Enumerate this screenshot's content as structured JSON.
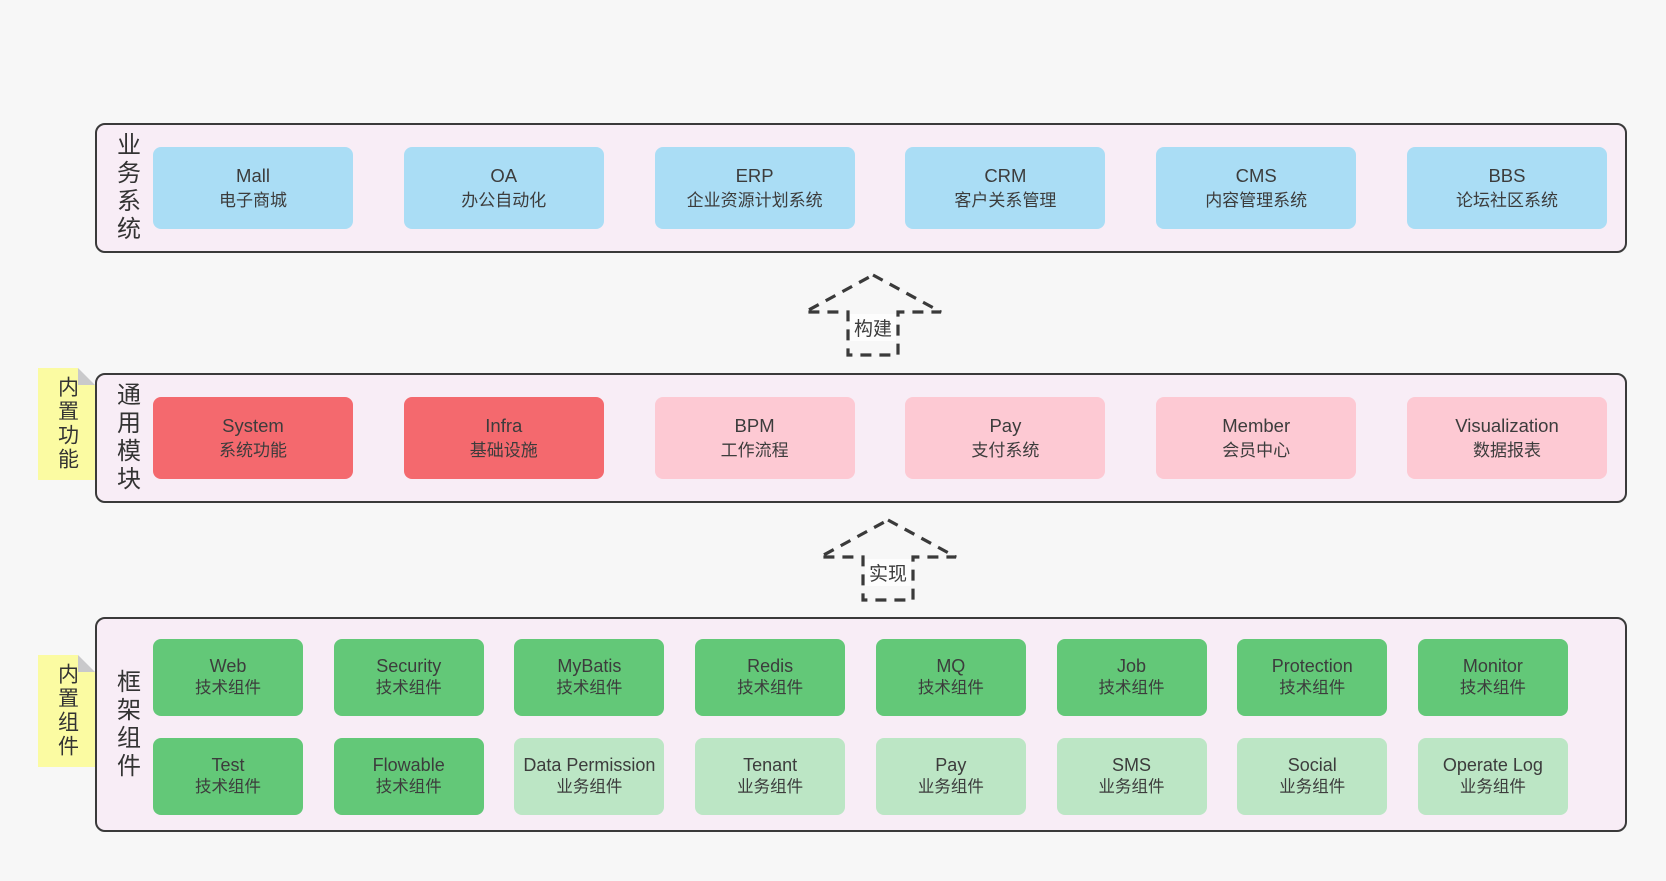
{
  "colors": {
    "page_bg": "#f7f7f7",
    "panel_bg": "#f8edf6",
    "panel_border": "#3a3a3a",
    "box_blue": "#aaddf5",
    "box_red": "#f4696e",
    "box_pink": "#fdc9d3",
    "box_green": "#63c878",
    "box_green_light": "#bce6c5",
    "note_yellow": "#fbfba2",
    "note_fold_gray": "#c9c9cb",
    "text": "#3a3a3a"
  },
  "layers": {
    "business": {
      "label": "业务系统",
      "boxes": [
        {
          "title": "Mall",
          "subtitle": "电子商城"
        },
        {
          "title": "OA",
          "subtitle": "办公自动化"
        },
        {
          "title": "ERP",
          "subtitle": "企业资源计划系统"
        },
        {
          "title": "CRM",
          "subtitle": "客户关系管理"
        },
        {
          "title": "CMS",
          "subtitle": "内容管理系统"
        },
        {
          "title": "BBS",
          "subtitle": "论坛社区系统"
        }
      ]
    },
    "modules": {
      "label": "通用模块",
      "note": "内置功能",
      "boxes": [
        {
          "title": "System",
          "subtitle": "系统功能",
          "variant": "red"
        },
        {
          "title": "Infra",
          "subtitle": "基础设施",
          "variant": "red"
        },
        {
          "title": "BPM",
          "subtitle": "工作流程",
          "variant": "pink"
        },
        {
          "title": "Pay",
          "subtitle": "支付系统",
          "variant": "pink"
        },
        {
          "title": "Member",
          "subtitle": "会员中心",
          "variant": "pink"
        },
        {
          "title": "Visualization",
          "subtitle": "数据报表",
          "variant": "pink"
        }
      ]
    },
    "components": {
      "label": "框架组件",
      "note": "内置组件",
      "row1": [
        {
          "title": "Web",
          "subtitle": "技术组件",
          "variant": "green"
        },
        {
          "title": "Security",
          "subtitle": "技术组件",
          "variant": "green"
        },
        {
          "title": "MyBatis",
          "subtitle": "技术组件",
          "variant": "green"
        },
        {
          "title": "Redis",
          "subtitle": "技术组件",
          "variant": "green"
        },
        {
          "title": "MQ",
          "subtitle": "技术组件",
          "variant": "green"
        },
        {
          "title": "Job",
          "subtitle": "技术组件",
          "variant": "green"
        },
        {
          "title": "Protection",
          "subtitle": "技术组件",
          "variant": "green"
        },
        {
          "title": "Monitor",
          "subtitle": "技术组件",
          "variant": "green"
        }
      ],
      "row2": [
        {
          "title": "Test",
          "subtitle": "技术组件",
          "variant": "green"
        },
        {
          "title": "Flowable",
          "subtitle": "技术组件",
          "variant": "green"
        },
        {
          "title": "Data Permission",
          "subtitle": "业务组件",
          "variant": "green-light"
        },
        {
          "title": "Tenant",
          "subtitle": "业务组件",
          "variant": "green-light"
        },
        {
          "title": "Pay",
          "subtitle": "业务组件",
          "variant": "green-light"
        },
        {
          "title": "SMS",
          "subtitle": "业务组件",
          "variant": "green-light"
        },
        {
          "title": "Social",
          "subtitle": "业务组件",
          "variant": "green-light"
        },
        {
          "title": "Operate Log",
          "subtitle": "业务组件",
          "variant": "green-light"
        }
      ]
    }
  },
  "arrows": {
    "build": "构建",
    "implement": "实现"
  }
}
